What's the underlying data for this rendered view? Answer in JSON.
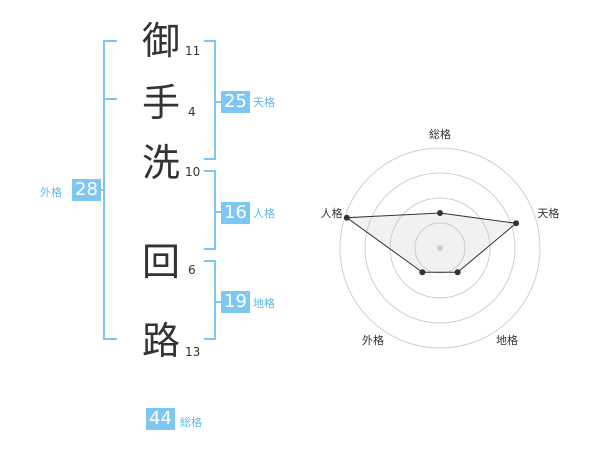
{
  "name": {
    "chars": [
      {
        "char": "御",
        "strokes": "11"
      },
      {
        "char": "手",
        "strokes": "4"
      },
      {
        "char": "洗",
        "strokes": "10"
      },
      {
        "char": "回",
        "strokes": "6"
      },
      {
        "char": "路",
        "strokes": "13"
      }
    ]
  },
  "kaku": {
    "tenkaku": {
      "value": "25",
      "label": "天格"
    },
    "jinkaku": {
      "value": "16",
      "label": "人格"
    },
    "chikaku": {
      "value": "19",
      "label": "地格"
    },
    "gaikaku": {
      "value": "28",
      "label": "外格"
    },
    "soukaku": {
      "value": "44",
      "label": "総格"
    }
  },
  "colors": {
    "accent": "#7ec7f2",
    "accent_text": "#5bb8ee"
  },
  "chart_data": {
    "type": "radar",
    "axes": [
      "総格",
      "天格",
      "地格",
      "外格",
      "人格"
    ],
    "values": [
      0.35,
      0.8,
      0.3,
      0.3,
      0.98
    ],
    "rings": 4
  }
}
